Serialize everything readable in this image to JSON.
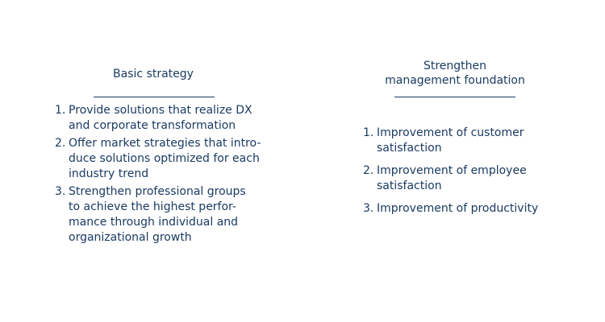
{
  "basic_strategy": {
    "title": "Basic strategy",
    "items": [
      {
        "number": "1.",
        "lines": [
          "Provide solutions that realize DX",
          "and corporate transformation"
        ]
      },
      {
        "number": "2.",
        "lines": [
          "Offer market strategies that intro-",
          "duce solutions optimized for each",
          "industry trend"
        ]
      },
      {
        "number": "3.",
        "lines": [
          "Strengthen professional groups",
          "to achieve the highest perfor-",
          "mance through individual and",
          "organizational growth"
        ]
      }
    ]
  },
  "management_foundation": {
    "title_line1": "Strengthen",
    "title_line2": "management foundation",
    "items": [
      {
        "number": "1.",
        "lines": [
          "Improvement of customer",
          "satisfaction"
        ]
      },
      {
        "number": "2.",
        "lines": [
          "Improvement of employee",
          "satisfaction"
        ]
      },
      {
        "number": "3.",
        "lines": [
          "Improvement of productivity"
        ]
      }
    ]
  }
}
